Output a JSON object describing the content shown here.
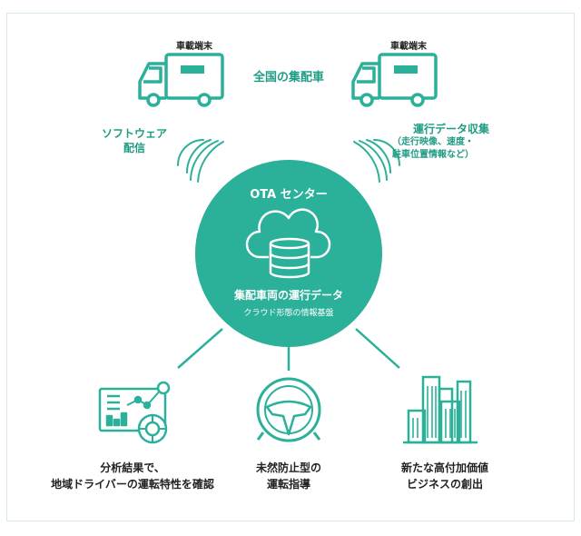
{
  "colors": {
    "accent": "#2bb09a",
    "accent_dark": "#1f9b84",
    "border": "#d4e8e4",
    "text": "#222222"
  },
  "left_truck": {
    "caption": "車載端末"
  },
  "right_truck": {
    "caption": "車載端末"
  },
  "fleet_label": "全国の集配車",
  "software_label": {
    "line1": "ソフトウェア",
    "line2": "配信"
  },
  "data_label": {
    "line1": "運行データ収集",
    "line2": "（走行映像、速度・",
    "line3": "駐車位置情報など）"
  },
  "center": {
    "title": "OTA センター",
    "main": "集配車両の運行データ",
    "sub": "クラウド形態の情報基盤",
    "icon": "cloud-database-icon"
  },
  "outputs": [
    {
      "icon": "analytics-dashboard-icon",
      "line1": "分析結果で、",
      "line2": "地域ドライバーの運転特性を確認"
    },
    {
      "icon": "steering-wheel-icon",
      "line1": "未然防止型の",
      "line2": "運転指導"
    },
    {
      "icon": "buildings-icon",
      "line1": "新たな高付加価値",
      "line2": "ビジネスの創出"
    }
  ]
}
